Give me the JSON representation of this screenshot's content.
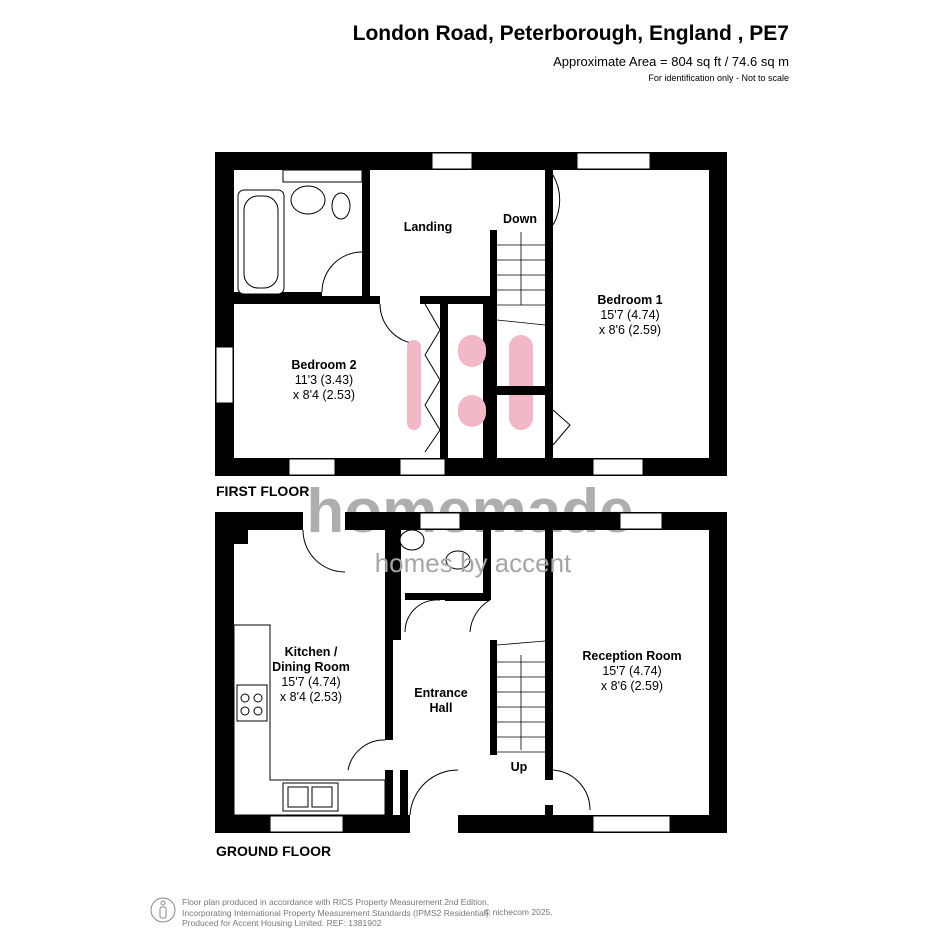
{
  "header": {
    "title": "London Road, Peterborough, England , PE7",
    "area": "Approximate Area = 804 sq ft / 74.6 sq m",
    "note": "For identification only - Not to scale"
  },
  "floors": {
    "first": {
      "label": "FIRST FLOOR",
      "rooms": {
        "landing": "Landing",
        "down": "Down",
        "bedroom1": {
          "name": "Bedroom 1",
          "dim1": "15'7 (4.74)",
          "dim2": "x 8'6 (2.59)"
        },
        "bedroom2": {
          "name": "Bedroom 2",
          "dim1": "11'3 (3.43)",
          "dim2": "x 8'4 (2.53)"
        }
      }
    },
    "ground": {
      "label": "GROUND FLOOR",
      "rooms": {
        "kitchen": {
          "name1": "Kitchen /",
          "name2": "Dining Room",
          "dim1": "15'7 (4.74)",
          "dim2": "x 8'4 (2.53)"
        },
        "hall": {
          "name1": "Entrance",
          "name2": "Hall"
        },
        "up": "Up",
        "reception": {
          "name": "Reception Room",
          "dim1": "15'7 (4.74)",
          "dim2": "x 8'6 (2.59)"
        }
      }
    }
  },
  "watermark": {
    "brand": "homemade",
    "tagline": "homes by accent"
  },
  "footer": {
    "line1": "Floor plan produced in accordance with RICS Property Measurement 2nd Edition,",
    "line2": "Incorporating International Property Measurement Standards (IPMS2 Residential).",
    "line3": "Produced for Accent Housing Limited.   REF:  1381902",
    "copyright": "© nichecom 2025."
  },
  "colors": {
    "wall": "#000000",
    "watermark": "#a6a6a6",
    "heater": "#f3b8c6"
  }
}
